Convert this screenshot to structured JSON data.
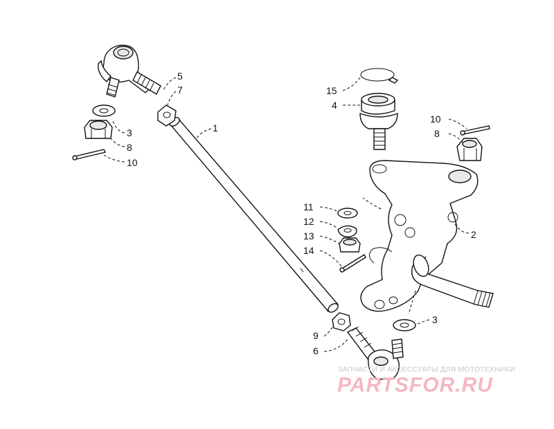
{
  "callouts": {
    "c1": "1",
    "c2": "2",
    "c3a": "3",
    "c3b": "3",
    "c4": "4",
    "c5": "5",
    "c6": "6",
    "c7": "7",
    "c8a": "8",
    "c8b": "8",
    "c9": "9",
    "c10a": "10",
    "c10b": "10",
    "c11": "11",
    "c12": "12",
    "c13": "13",
    "c14": "14",
    "c15": "15"
  },
  "watermark": {
    "caption": "ЗАПЧАСТИ И АКСЕССУАРЫ ДЛЯ МОТОТЕХНИКИ",
    "logo": "PARTSFOR.RU",
    "color": "#f4b8c2"
  }
}
